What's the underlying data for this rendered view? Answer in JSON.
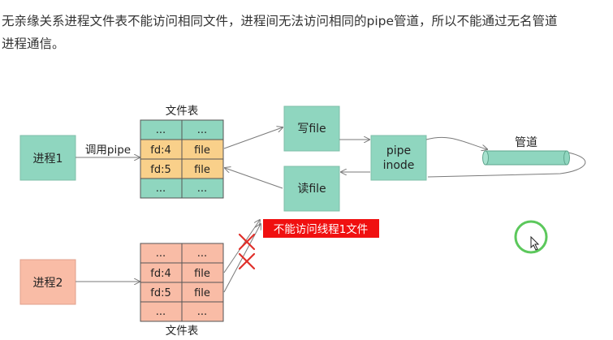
{
  "paragraph": {
    "line1": "无亲缘关系进程文件表不能访问相同文件，进程间无法访问相同的pipe管道，所以不能通过无名管道",
    "line2": "进程通信。"
  },
  "diagram": {
    "process1_label": "进程1",
    "process2_label": "进程2",
    "call_pipe_label": "调用pipe",
    "file_table_top_title": "文件表",
    "file_table_bottom_title": "文件表",
    "write_file_label": "写file",
    "read_file_label": "读file",
    "pipe_inode_line1": "pipe",
    "pipe_inode_line2": "inode",
    "pipe_label": "管道",
    "cannot_access_label": "不能访问线程1文件",
    "table_rows": [
      [
        "...",
        "..."
      ],
      [
        "fd:4",
        "file"
      ],
      [
        "fd:5",
        "file"
      ],
      [
        "...",
        "..."
      ]
    ]
  },
  "colors": {
    "teal_fill": "#8fd6bf",
    "orange_fill": "#f9d08a",
    "salmon_fill": "#f9bca6",
    "red_label": "#f01010",
    "cursor_ring": "#5cc85c"
  }
}
